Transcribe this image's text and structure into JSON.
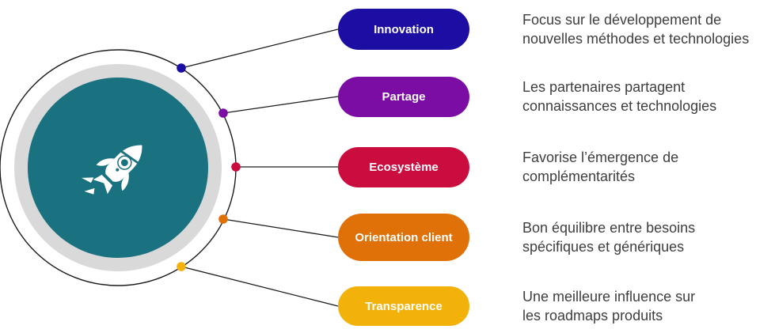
{
  "diagram": {
    "type": "radial-infographic",
    "center": {
      "icon": "rocket-icon",
      "circle_color": "#1A717F",
      "ring_color": "#D9D9D9",
      "outline_color": "#1C1C1C"
    },
    "connector_color": "#1C1C1C",
    "text_color": "#3E3E3D",
    "items": [
      {
        "label": "Innovation",
        "color": "#1C0DA3",
        "desc_lines": [
          "Focus sur le développement de",
          "nouvelles méthodes et technologies"
        ]
      },
      {
        "label": "Partage",
        "color": "#7B0CA4",
        "desc_lines": [
          "Les partenaires partagent",
          "connaissances et technologies"
        ]
      },
      {
        "label": "Ecosystème",
        "color": "#CB0C3F",
        "desc_lines": [
          "Favorise l’émergence de",
          "complémentarités"
        ]
      },
      {
        "label": "Orientation client",
        "color": "#DF7108",
        "desc_lines": [
          "Bon équilibre entre besoins",
          "spécifiques et génériques"
        ]
      },
      {
        "label": "Transparence",
        "color": "#F2B20A",
        "desc_lines": [
          "Une meilleure influence sur",
          "les roadmaps produits"
        ]
      }
    ]
  }
}
